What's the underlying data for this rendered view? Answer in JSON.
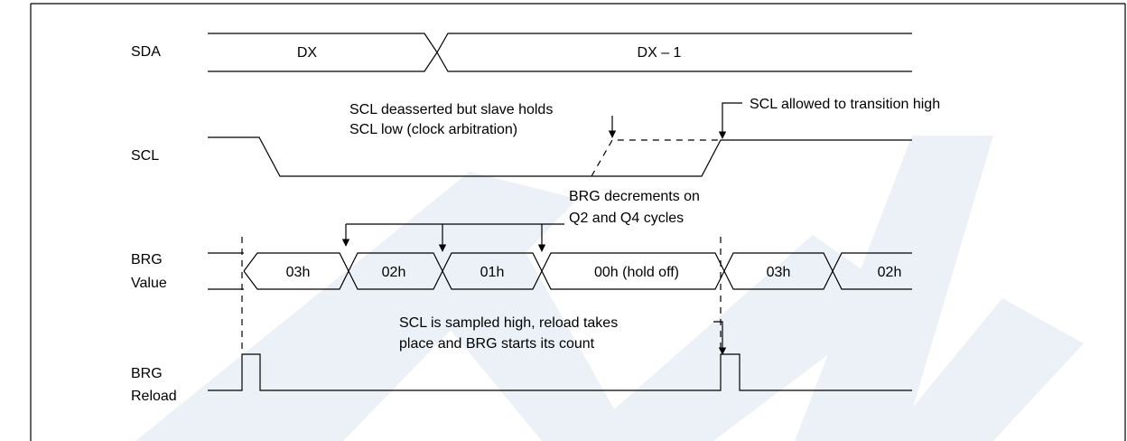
{
  "signals": {
    "sda": "SDA",
    "scl": "SCL",
    "brg_value": [
      "BRG",
      "Value"
    ],
    "brg_reload": [
      "BRG",
      "Reload"
    ]
  },
  "sda_states": [
    "DX",
    "DX – 1"
  ],
  "brg_states": [
    "03h",
    "02h",
    "01h",
    "00h (hold off)",
    "03h",
    "02h"
  ],
  "annotations": {
    "scl_hold": [
      "SCL deasserted but slave holds",
      "SCL low (clock arbitration)"
    ],
    "scl_allowed": "SCL allowed to transition high",
    "brg_decrement": [
      "BRG decrements on",
      "Q2 and Q4 cycles"
    ],
    "scl_sampled": [
      "SCL is sampled high, reload takes",
      "place and BRG starts its count"
    ]
  },
  "watermark": {
    "color": "#e9eff6"
  }
}
